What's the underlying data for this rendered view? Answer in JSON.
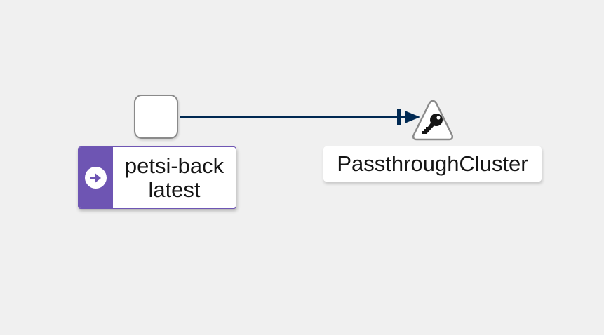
{
  "graph": {
    "source_node": {
      "name": "petsi-back",
      "version": "latest",
      "badge_icon": "arrow-right-circle-icon"
    },
    "target_node": {
      "name": "PassthroughCluster",
      "icon": "key-icon"
    },
    "edge": {
      "color": "#002952"
    },
    "colors": {
      "background": "#f0f0f0",
      "workload_badge": "#6e55b3",
      "edge": "#002952"
    }
  }
}
